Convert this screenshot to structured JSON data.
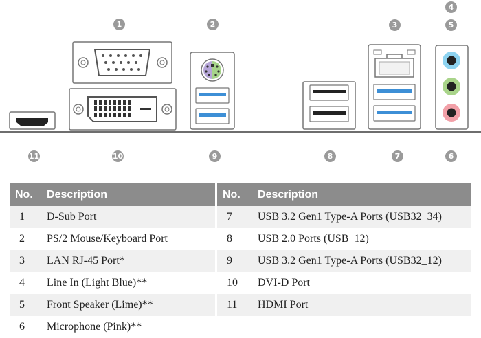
{
  "callouts": [
    "1",
    "2",
    "3",
    "4",
    "5",
    "6",
    "7",
    "8",
    "9",
    "10",
    "11"
  ],
  "table_headers": {
    "no": "No.",
    "description": "Description"
  },
  "left_table": [
    {
      "no": "1",
      "description": "D-Sub Port"
    },
    {
      "no": "2",
      "description": "PS/2 Mouse/Keyboard Port"
    },
    {
      "no": "3",
      "description": "LAN RJ-45 Port*"
    },
    {
      "no": "4",
      "description": "Line In (Light Blue)**"
    },
    {
      "no": "5",
      "description": "Front Speaker (Lime)**"
    },
    {
      "no": "6",
      "description": "Microphone (Pink)**"
    }
  ],
  "right_table": [
    {
      "no": "7",
      "description": "USB 3.2 Gen1 Type-A Ports (USB32_34)"
    },
    {
      "no": "8",
      "description": "USB 2.0 Ports (USB_12)"
    },
    {
      "no": "9",
      "description": "USB 3.2 Gen1 Type-A Ports (USB32_12)"
    },
    {
      "no": "10",
      "description": "DVI-D Port"
    },
    {
      "no": "11",
      "description": "HDMI Port"
    }
  ],
  "colors": {
    "header_bg": "#8c8c8c",
    "row_stripe": "#f0f0f0",
    "usb3_blue": "#3d8fd6",
    "line_in_light_blue": "#8ed3f0",
    "front_speaker_lime": "#a9d48a",
    "microphone_pink": "#f2a0a8",
    "ps2_green": "#a6d48a",
    "ps2_purple": "#b6a6d8",
    "callout_gray": "#9a9a9a"
  }
}
